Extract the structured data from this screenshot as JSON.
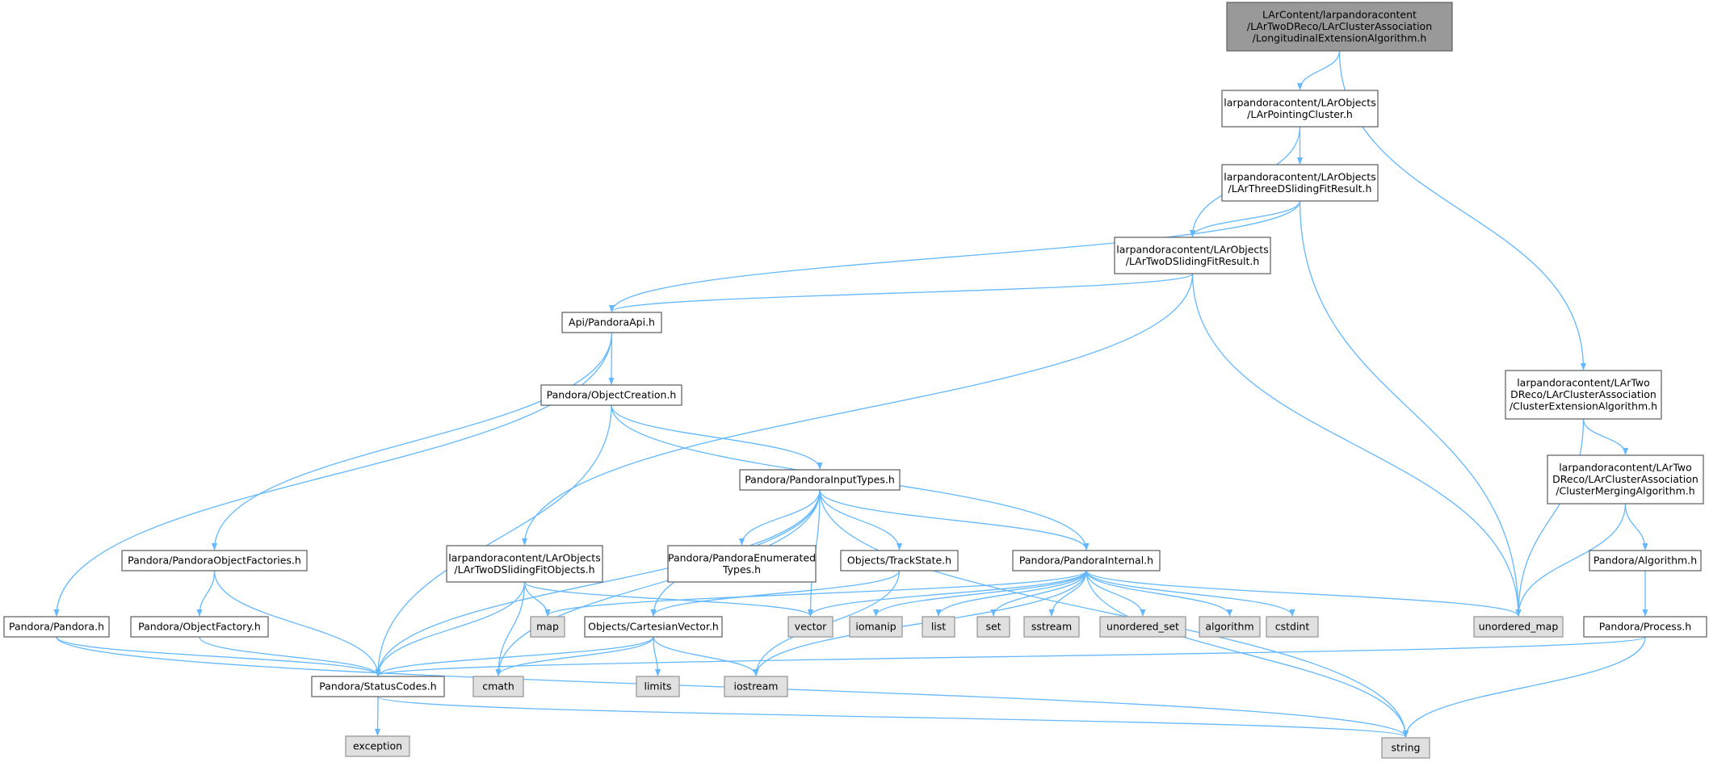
{
  "colors": {
    "edge": "#63b8ff",
    "root_fill": "#999999",
    "file_fill": "#ffffff",
    "system_fill": "#e0e0e0",
    "border": "#666666"
  },
  "nodes": [
    {
      "id": "root",
      "kind": "root",
      "lines": [
        "LArContent/larpandoracontent",
        "/LArTwoDReco/LArClusterAssociation",
        "/LongitudinalExtensionAlgorithm.h"
      ]
    },
    {
      "id": "pointing",
      "kind": "file",
      "lines": [
        "larpandoracontent/LArObjects",
        "/LArPointingCluster.h"
      ]
    },
    {
      "id": "three_d",
      "kind": "file",
      "lines": [
        "larpandoracontent/LArObjects",
        "/LArThreeDSlidingFitResult.h"
      ]
    },
    {
      "id": "two_d",
      "kind": "file",
      "lines": [
        "larpandoracontent/LArObjects",
        "/LArTwoDSlidingFitResult.h"
      ]
    },
    {
      "id": "api",
      "kind": "file",
      "lines": [
        "Api/PandoraApi.h"
      ]
    },
    {
      "id": "objcreation",
      "kind": "file",
      "lines": [
        "Pandora/ObjectCreation.h"
      ]
    },
    {
      "id": "inputtypes",
      "kind": "file",
      "lines": [
        "Pandora/PandoraInputTypes.h"
      ]
    },
    {
      "id": "fitobjects",
      "kind": "file",
      "lines": [
        "larpandoracontent/LArObjects",
        "/LArTwoDSlidingFitObjects.h"
      ]
    },
    {
      "id": "enumtypes",
      "kind": "file",
      "lines": [
        "Pandora/PandoraEnumerated",
        "Types.h"
      ]
    },
    {
      "id": "trackstate",
      "kind": "file",
      "lines": [
        "Objects/TrackState.h"
      ]
    },
    {
      "id": "internal",
      "kind": "file",
      "lines": [
        "Pandora/PandoraInternal.h"
      ]
    },
    {
      "id": "objfactories",
      "kind": "file",
      "lines": [
        "Pandora/PandoraObjectFactories.h"
      ]
    },
    {
      "id": "objfactory",
      "kind": "file",
      "lines": [
        "Pandora/ObjectFactory.h"
      ]
    },
    {
      "id": "pandora",
      "kind": "file",
      "lines": [
        "Pandora/Pandora.h"
      ]
    },
    {
      "id": "cartesian",
      "kind": "file",
      "lines": [
        "Objects/CartesianVector.h"
      ]
    },
    {
      "id": "statuscodes",
      "kind": "file",
      "lines": [
        "Pandora/StatusCodes.h"
      ]
    },
    {
      "id": "clusterext",
      "kind": "file",
      "lines": [
        "larpandoracontent/LArTwo",
        "DReco/LArClusterAssociation",
        "/ClusterExtensionAlgorithm.h"
      ]
    },
    {
      "id": "clustermerge",
      "kind": "file",
      "lines": [
        "larpandoracontent/LArTwo",
        "DReco/LArClusterAssociation",
        "/ClusterMergingAlgorithm.h"
      ]
    },
    {
      "id": "algorithm_h",
      "kind": "file",
      "lines": [
        "Pandora/Algorithm.h"
      ]
    },
    {
      "id": "process_h",
      "kind": "file",
      "lines": [
        "Pandora/Process.h"
      ]
    },
    {
      "id": "map",
      "kind": "system",
      "lines": [
        "map"
      ]
    },
    {
      "id": "vector",
      "kind": "system",
      "lines": [
        "vector"
      ]
    },
    {
      "id": "iomanip",
      "kind": "system",
      "lines": [
        "iomanip"
      ]
    },
    {
      "id": "list",
      "kind": "system",
      "lines": [
        "list"
      ]
    },
    {
      "id": "set",
      "kind": "system",
      "lines": [
        "set"
      ]
    },
    {
      "id": "sstream",
      "kind": "system",
      "lines": [
        "sstream"
      ]
    },
    {
      "id": "unordered_set",
      "kind": "system",
      "lines": [
        "unordered_set"
      ]
    },
    {
      "id": "algorithm",
      "kind": "system",
      "lines": [
        "algorithm"
      ]
    },
    {
      "id": "cstdint",
      "kind": "system",
      "lines": [
        "cstdint"
      ]
    },
    {
      "id": "unordered_map",
      "kind": "system",
      "lines": [
        "unordered_map"
      ]
    },
    {
      "id": "cmath",
      "kind": "system",
      "lines": [
        "cmath"
      ]
    },
    {
      "id": "limits",
      "kind": "system",
      "lines": [
        "limits"
      ]
    },
    {
      "id": "iostream",
      "kind": "system",
      "lines": [
        "iostream"
      ]
    },
    {
      "id": "exception",
      "kind": "system",
      "lines": [
        "exception"
      ]
    },
    {
      "id": "string",
      "kind": "system",
      "lines": [
        "string"
      ]
    }
  ],
  "edges": [
    [
      "root",
      "pointing"
    ],
    [
      "root",
      "clusterext"
    ],
    [
      "pointing",
      "three_d"
    ],
    [
      "pointing",
      "two_d"
    ],
    [
      "three_d",
      "two_d"
    ],
    [
      "three_d",
      "api"
    ],
    [
      "three_d",
      "unordered_map"
    ],
    [
      "two_d",
      "api"
    ],
    [
      "two_d",
      "fitobjects"
    ],
    [
      "two_d",
      "unordered_map"
    ],
    [
      "api",
      "objcreation"
    ],
    [
      "api",
      "objfactories"
    ],
    [
      "api",
      "pandora"
    ],
    [
      "objcreation",
      "inputtypes"
    ],
    [
      "objcreation",
      "internal"
    ],
    [
      "objcreation",
      "statuscodes"
    ],
    [
      "inputtypes",
      "enumtypes"
    ],
    [
      "inputtypes",
      "trackstate"
    ],
    [
      "inputtypes",
      "internal"
    ],
    [
      "inputtypes",
      "cartesian"
    ],
    [
      "inputtypes",
      "statuscodes"
    ],
    [
      "inputtypes",
      "cmath"
    ],
    [
      "inputtypes",
      "vector"
    ],
    [
      "inputtypes",
      "string"
    ],
    [
      "fitobjects",
      "map"
    ],
    [
      "fitobjects",
      "vector"
    ],
    [
      "fitobjects",
      "cmath"
    ],
    [
      "fitobjects",
      "statuscodes"
    ],
    [
      "trackstate",
      "cartesian"
    ],
    [
      "trackstate",
      "iostream"
    ],
    [
      "internal",
      "map"
    ],
    [
      "internal",
      "vector"
    ],
    [
      "internal",
      "iomanip"
    ],
    [
      "internal",
      "list"
    ],
    [
      "internal",
      "set"
    ],
    [
      "internal",
      "sstream"
    ],
    [
      "internal",
      "unordered_set"
    ],
    [
      "internal",
      "algorithm"
    ],
    [
      "internal",
      "cstdint"
    ],
    [
      "internal",
      "unordered_map"
    ],
    [
      "internal",
      "iostream"
    ],
    [
      "internal",
      "string"
    ],
    [
      "cartesian",
      "statuscodes"
    ],
    [
      "cartesian",
      "cmath"
    ],
    [
      "cartesian",
      "limits"
    ],
    [
      "cartesian",
      "iostream"
    ],
    [
      "objfactories",
      "objfactory"
    ],
    [
      "objfactories",
      "statuscodes"
    ],
    [
      "objfactory",
      "statuscodes"
    ],
    [
      "pandora",
      "statuscodes"
    ],
    [
      "pandora",
      "string"
    ],
    [
      "statuscodes",
      "exception"
    ],
    [
      "statuscodes",
      "string"
    ],
    [
      "clusterext",
      "clustermerge"
    ],
    [
      "clusterext",
      "unordered_map"
    ],
    [
      "clustermerge",
      "algorithm_h"
    ],
    [
      "clustermerge",
      "unordered_map"
    ],
    [
      "algorithm_h",
      "process_h"
    ],
    [
      "process_h",
      "statuscodes"
    ],
    [
      "process_h",
      "string"
    ]
  ]
}
